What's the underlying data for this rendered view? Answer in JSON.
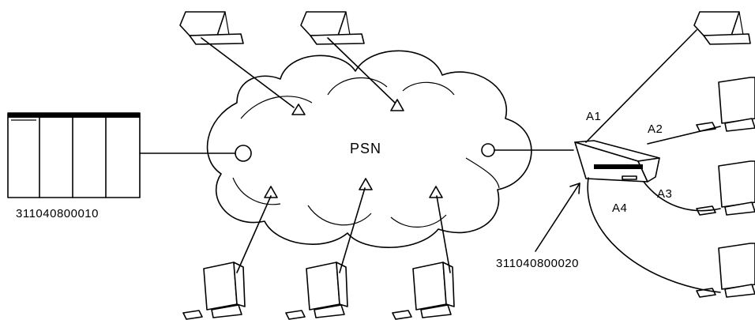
{
  "diagram": {
    "network_label": "PSN",
    "host_id": "311040800010",
    "mux_id": "311040800020",
    "ports": [
      "A1",
      "A2",
      "A3",
      "A4"
    ],
    "colors": {
      "ink": "#000000",
      "background": "#ffffff"
    }
  }
}
